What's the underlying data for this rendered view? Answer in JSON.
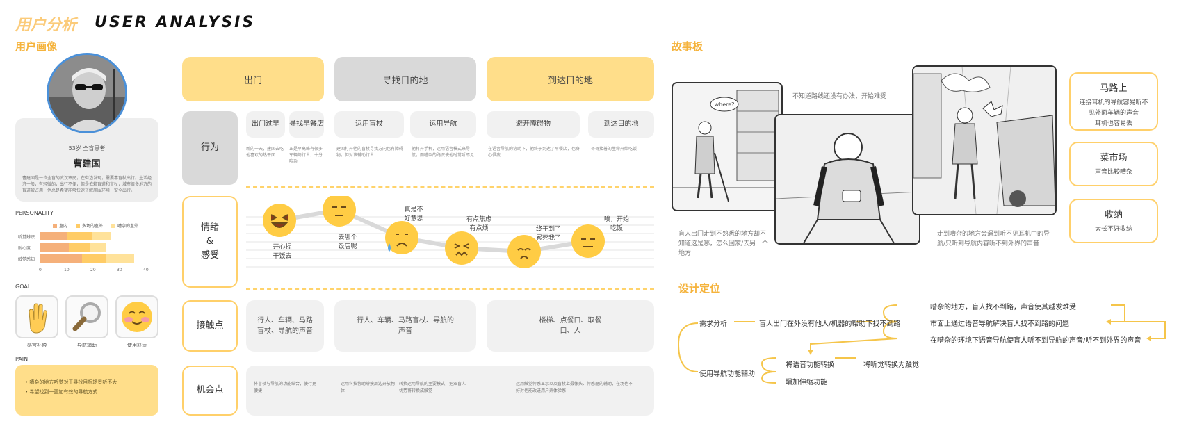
{
  "header": {
    "title_cn": "用户分析",
    "title_en": "USER ANALYSIS"
  },
  "persona": {
    "section_label": "用户画像",
    "meta": "53岁 全盲患者",
    "name": "曹建国",
    "desc": "曹建国是一位全盲的武汉市民，在街边发现，需要靠盲杖出行。生活经济一般，有轻微的，出行不便，但是依赖盲道和盲杖，城市很多地方的盲道被占用，他总是希望能够快速了解周围环境，安全出行。",
    "personality_label": "PERSONALITY",
    "legend": [
      "室内",
      "多场的室外",
      "嘈杂的室外"
    ],
    "legend_colors": [
      "#F5B07A",
      "#FFCC66",
      "#FFE29A"
    ],
    "bars": [
      {
        "label": "听觉辨识",
        "values": [
          10,
          10,
          7
        ]
      },
      {
        "label": "耐心度",
        "values": [
          11,
          8,
          6
        ]
      },
      {
        "label": "触觉感知",
        "values": [
          16,
          9,
          11
        ]
      }
    ],
    "axis_ticks": [
      "0",
      "10",
      "20",
      "30",
      "40"
    ],
    "goal_label": "GOAL",
    "goals": [
      {
        "icon": "raised-hand-icon",
        "label": "感官补偿"
      },
      {
        "icon": "magnifier-icon",
        "label": "导航辅助"
      },
      {
        "icon": "smiling-face-icon",
        "label": "使用舒适"
      }
    ],
    "pain_label": "PAIN",
    "pains": [
      "• 嘈杂的地方听觉对于寻找目标场景听不大",
      "• 希望找到一更加有效的导航方式"
    ]
  },
  "journey": {
    "phases": [
      "出门",
      "寻找目的地",
      "到达目的地"
    ],
    "row_labels": {
      "behavior": "行为",
      "emotion_1": "情绪",
      "emotion_amp": "&",
      "emotion_2": "感受",
      "touch": "接触点",
      "opportunity": "机会点"
    },
    "behaviors": [
      {
        "title": "出门过早",
        "desc": "新的一天，建国去吃他喜欢的热干面"
      },
      {
        "title": "寻找早餐店",
        "desc": "正是早高峰有很多车辆与行人，十分喧杂"
      },
      {
        "title": "运用盲杖",
        "desc": "建国打开他的盲杖寻找方向也有障碍物，但对该辅助行人"
      },
      {
        "title": "运用导航",
        "desc": "他打开手机，运用语音模式来导航，而嘈杂的路况使他时常听不见"
      },
      {
        "title": "避开障碍物",
        "desc": "在语音导航的协助下，他终于到达了早餐店，也身心俱疲"
      },
      {
        "title": "到达目的地",
        "desc": "哥哥接着的生命开始吃饭"
      }
    ],
    "emotions": [
      {
        "text_1": "开心捏",
        "text_2": "干饭去",
        "icon": "laughing-face-icon",
        "level": 0.75
      },
      {
        "text_1": "去哪个",
        "text_2": "饭店呢",
        "icon": "thinking-face-icon",
        "level": 0.9
      },
      {
        "text_1": "真是不",
        "text_2": "好意思",
        "icon": "sad-face-icon",
        "level": 0.5
      },
      {
        "text_1": "有点焦虑",
        "text_2": "有点烦",
        "icon": "anxious-face-icon",
        "level": 0.35
      },
      {
        "text_1": "终于到了",
        "text_2": "累死我了",
        "icon": "tired-face-icon",
        "level": 0.3
      },
      {
        "text_1": "唉，开始",
        "text_2": "吃饭",
        "icon": "neutral-face-icon",
        "level": 0.45
      }
    ],
    "touchpoints": [
      "行人、车辆、马路盲杖、导航的声音",
      "行人、车辆、马路盲杖、导航的声音",
      "楼梯、点餐口、取餐口、人"
    ],
    "opportunities": [
      "将盲杖与导航的功能结合，使行更便捷",
      "运用科技协助辨摸周边开放物体",
      "转换运用导航的主要模式，把双盲人优势将转换成触觉",
      "运用触觉传感显示以及盲杖上摄像头、传感器的辅助，在场也不好对也能改进用户弄体验感"
    ]
  },
  "storyboard": {
    "label": "故事板",
    "speech": "where?",
    "captions": [
      "不知道路线还没有办法，开始难受",
      "盲人出门走到不熟悉的地方却不知道这是哪，怎么回家/去另一个地方",
      "走到嘈杂的地方会遇到听不见耳机中的导航/只听到导航内容听不到外界的声音"
    ],
    "locations": [
      {
        "title": "马路上",
        "desc": [
          "连接耳机的导航容易听不",
          "见外面车辆的声音",
          "耳机也容易丢"
        ]
      },
      {
        "title": "菜市场",
        "desc": [
          "声音比较嘈杂"
        ]
      },
      {
        "title": "收纳",
        "desc": [
          "太长不好收纳"
        ]
      }
    ]
  },
  "design": {
    "label": "设计定位",
    "need": "需求分析",
    "need_detail": "盲人出门在外没有他人/机器的帮助下找不到路",
    "need_points": [
      "嘈杂的地方，盲人找不到路，声音使其越发难受",
      "市面上通过语音导航解决盲人找不到路的问题",
      "在嘈杂的环境下语音导航使盲人听不到导航的声音/听不到外界的声音"
    ],
    "use": "使用导航功能辅助",
    "use_points": [
      "将语音功能转换",
      "增加伸缩功能"
    ],
    "convert": "将听觉转换为触觉"
  },
  "colors": {
    "accent": "#F5B33C",
    "phase_yellow": "#FFDE8A",
    "phase_gray": "#D9D9D9"
  }
}
